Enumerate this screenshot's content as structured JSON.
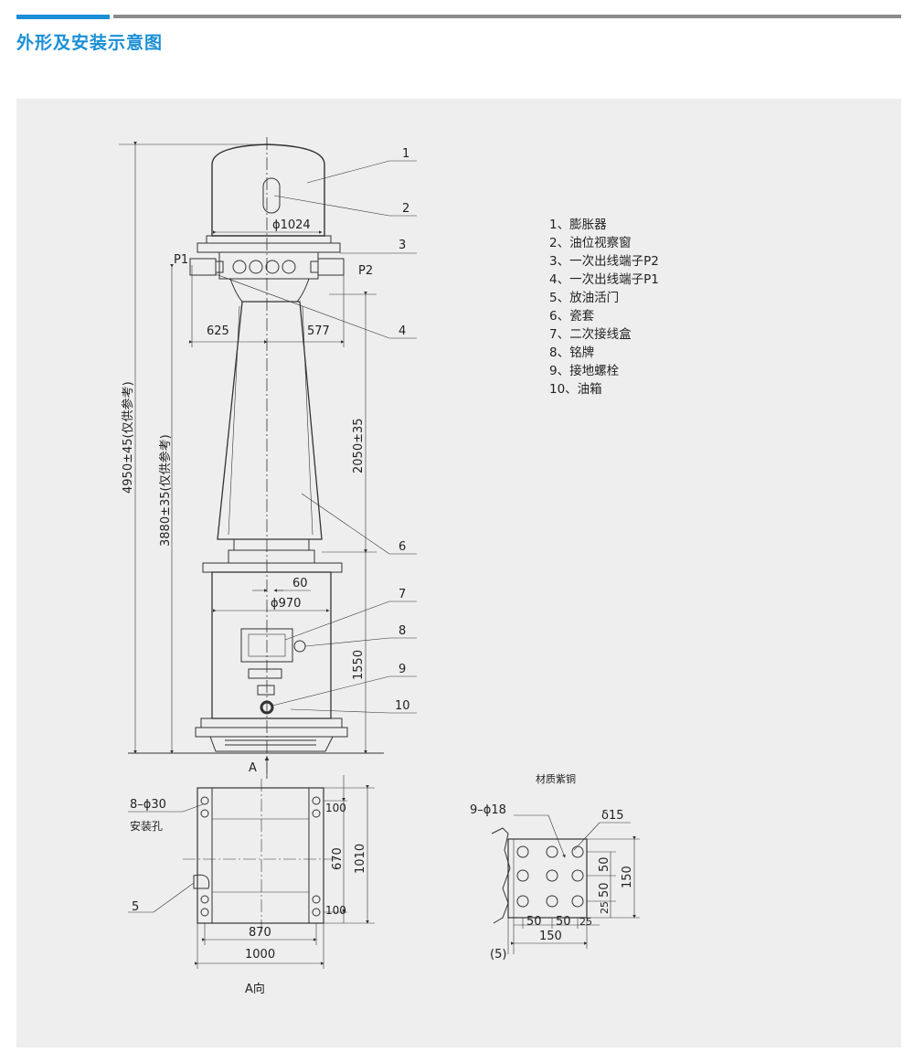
{
  "page_title": "外形及安装示意图",
  "legend": [
    "1、膨胀器",
    "2、油位视察窗",
    "3、一次出线端子P2",
    "4、一次出线端子P1",
    "5、放油活门",
    "6、瓷套",
    "7、二次接线盒",
    "8、铭牌",
    "9、接地螺栓",
    "10、油箱"
  ],
  "elevation": {
    "callouts": [
      "1",
      "2",
      "3",
      "4",
      "6",
      "7",
      "8",
      "9",
      "10"
    ],
    "terminal_p1": "P1",
    "terminal_p2": "P2",
    "dim_top_dia": "ϕ1024",
    "dim_left_625": "625",
    "dim_right_577": "577",
    "dim_total_height": "4950±45(仅供参考)",
    "dim_height_3880": "3880±35(仅供参考)",
    "dim_2050": "2050±35",
    "dim_1550": "1550",
    "dim_60": "60",
    "dim_tank_dia": "ϕ970",
    "view_arrow": "A"
  },
  "plan_view": {
    "holes_label": "8–ϕ30",
    "holes_sub": "安装孔",
    "callout_5": "5",
    "dim_100_top": "100",
    "dim_670": "670",
    "dim_1010": "1010",
    "dim_100_bottom": "100",
    "dim_870": "870",
    "dim_1000": "1000",
    "view_caption": "A向"
  },
  "terminal_detail": {
    "material": "材质紫铜",
    "holes": "9–ϕ18",
    "thickness": "δ15",
    "dim_v_50a": "50",
    "dim_v_50b": "50",
    "dim_v_25": "25",
    "dim_v_150": "150",
    "dim_h_50a": "50",
    "dim_h_50b": "50",
    "dim_h_25": "25",
    "dim_h_150": "150",
    "dim_5": "(5)"
  }
}
